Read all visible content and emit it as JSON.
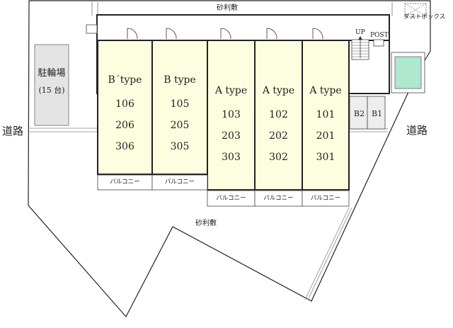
{
  "labels": {
    "gravel_top": "砂利敷",
    "gravel_bottom": "砂利敷",
    "road_left": "道路",
    "road_right": "道路",
    "bicycle_parking": "駐輪場",
    "bicycle_capacity": "(15 台)",
    "up": "UP",
    "post": "POST",
    "dust_box": "ダストボックス",
    "b2": "B2",
    "b1": "B1"
  },
  "units": [
    {
      "type": "B´type",
      "rooms": [
        "106",
        "206",
        "306"
      ],
      "balcony": "バルコニー"
    },
    {
      "type": "B type",
      "rooms": [
        "105",
        "205",
        "305"
      ],
      "balcony": "バルコニー"
    },
    {
      "type": "A type",
      "rooms": [
        "103",
        "203",
        "303"
      ],
      "balcony": "バルコニー"
    },
    {
      "type": "A type",
      "rooms": [
        "102",
        "202",
        "302"
      ],
      "balcony": "バルコニー"
    },
    {
      "type": "A type",
      "rooms": [
        "101",
        "201",
        "301"
      ],
      "balcony": "バルコニー"
    }
  ],
  "colors": {
    "unit_fill": "#fdfde0",
    "bike_fill": "#e4e4e4",
    "pond_fill": "#aee8ce",
    "line": "#222222"
  }
}
